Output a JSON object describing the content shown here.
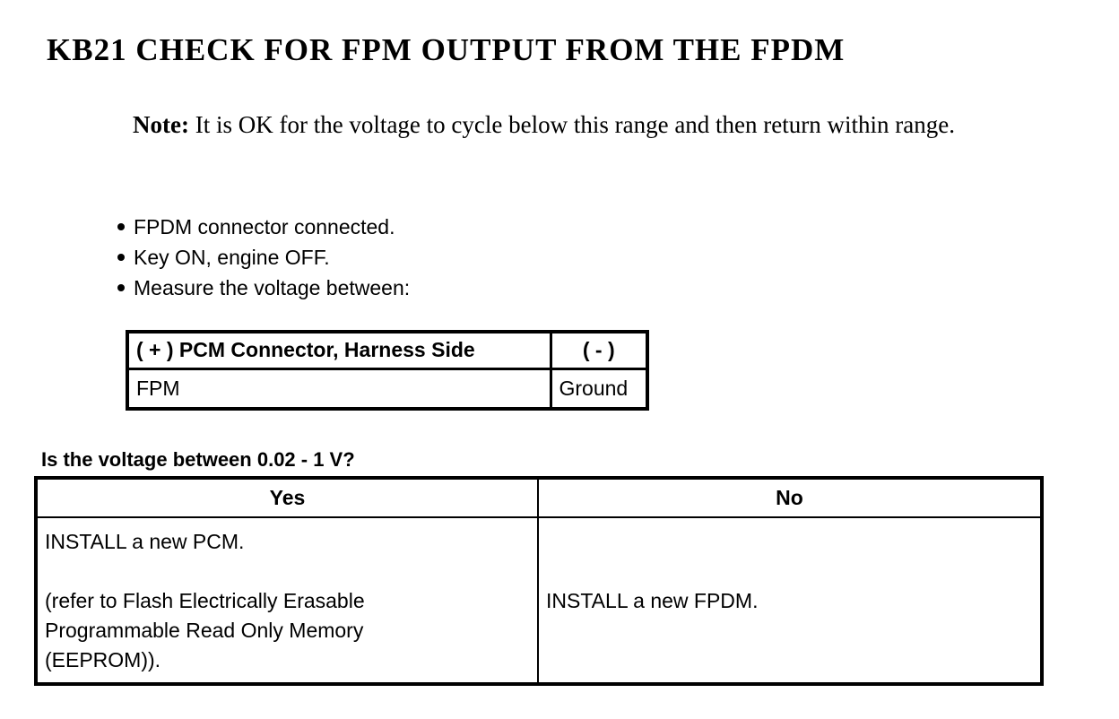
{
  "page": {
    "title": "KB21 CHECK FOR FPM OUTPUT FROM THE FPDM",
    "note": {
      "label": "Note:",
      "text": "It is OK for the voltage to cycle below this range and then return within range."
    },
    "bullets": [
      "FPDM connector connected.",
      "Key ON, engine OFF.",
      "Measure the voltage between:"
    ],
    "measurement_table": {
      "headers": [
        "( + ) PCM Connector, Harness Side",
        "( - )"
      ],
      "rows": [
        [
          "FPM",
          "Ground"
        ]
      ]
    },
    "question": "Is the voltage between 0.02 - 1 V?",
    "decision_table": {
      "headers": [
        "Yes",
        "No"
      ],
      "yes_para1": "INSTALL a new PCM.",
      "yes_para2": "(refer to Flash Electrically Erasable Programmable Read Only Memory (EEPROM)).",
      "no_text": "INSTALL a new FPDM."
    },
    "colors": {
      "ink": "#000000",
      "paper": "#ffffff"
    }
  }
}
